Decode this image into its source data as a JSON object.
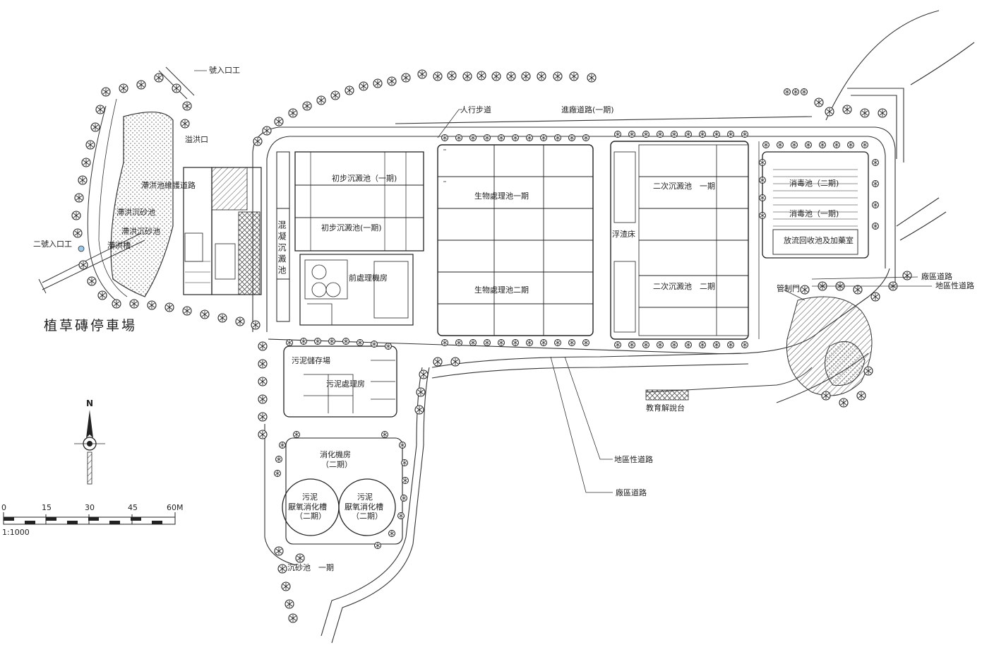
{
  "labels": {
    "north_entrance": "號入口工",
    "overflow": "溢洪口",
    "detention_road": "滯洪池維護道路",
    "detention_pond": "滯洪沉砂池",
    "detention_pond_2": "滯洪沉砂池",
    "second_entrance": "二號入口工",
    "mitigation": "滯洪槽",
    "grass_parking": "植草磚停車場",
    "walkway": "人行步道",
    "entry_road": "進廠道路(一期)",
    "primary_1a": "初步沉澱池（一期)",
    "primary_1b": "初步沉澱池(一期)",
    "coag": "混凝沉澱池",
    "bio_1": "生物處理池一期",
    "bio_2": "生物處理池二期",
    "pretreat": "前處理機房",
    "flotation": "浮渣床",
    "secondary_1": "二次沉澱池　一期",
    "secondary_2": "二次沉澱池　二期",
    "disinfect_2": "消毒池（二期)",
    "disinfect_1": "消毒池（一期)",
    "recycle": "放流回收池及加藥室",
    "plant_road_r": "廠區道路",
    "district_road_r": "地區性道路",
    "gate": "管制門",
    "sludge_storage": "污泥儲存場",
    "sludge_treat": "污泥處理房",
    "edu": "教育解說台",
    "digest_room": "消化機房",
    "digest_room_phase": "（二期）",
    "digester_a_top": "污泥",
    "digester_a_mid": "厭氧消化槽",
    "digester_a_bot": "（二期）",
    "digester_b_top": "污泥",
    "digester_b_mid": "厭氧消化槽",
    "digester_b_bot": "（二期）",
    "grit": "沉砂池　一期",
    "district_road_b": "地區性道路",
    "plant_road_b": "廠區道路"
  },
  "compass": {
    "north": "N"
  },
  "scale": {
    "ticks": [
      "0",
      "15",
      "30",
      "45",
      "60M"
    ],
    "ratio": "1:1000"
  }
}
